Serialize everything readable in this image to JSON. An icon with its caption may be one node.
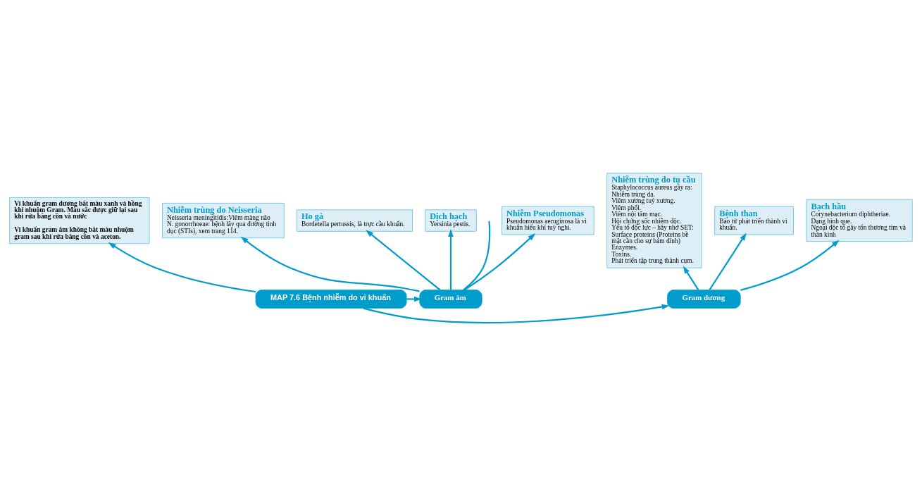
{
  "diagram": {
    "nodes": [
      {
        "text": [
          "Nhiễm trùng do tụ cầu",
          "Staphylococcus aureus gây ra:",
          "Nhiễm trùng da.",
          "Viêm xương tuỷ xương.",
          "Viêm phổi.",
          "Viêm nội tâm mạc.",
          "Hội chứng sốc nhiễm độc.",
          "Yếu tố độc lực – hãy nhớ SET:",
          "Surface proteins (Proteins bề mặt cần cho sự bám dính)",
          "Enzymes.",
          "Toxins.",
          "Phát triển tập trung thành cụm."
        ]
      },
      {
        "text": [
          "Bệnh than",
          "Bào tử phát triển thành vi khuẩn."
        ]
      },
      {
        "text": [
          "Bạch hầu",
          "Corynebacterium diphtheriae.",
          "Dạng hình que.",
          "Ngoại độc tố gây tổn thương tim và thần kinh"
        ]
      },
      {
        "text": [
          "Vi khuẩn gram dương bắt màu xanh và hồng khi nhuộm Gram. Màu sắc được giữ lại sau khi rửa bằng cồn và nước",
          "Vi khuẩn gram âm không bắt màu nhuộm gram sau khi rửa bằng cồn và aceton."
        ]
      },
      {
        "text": [
          "Nhiễm Pseudomonas",
          "Pseudomonas aeruginosa là vi khuẩn hiếu khí tuỳ nghi."
        ]
      },
      {
        "text": [
          "Nhiễm trùng do Neisseria",
          "Neisseria meningitidis:Viêm màng não",
          "N. gonorrhoeae: bệnh lây qua đường tình dục (STIs), xem trang 114."
        ]
      },
      {
        "text": [
          "Ho gà",
          "Bordetella pertussis, là trực cầu khuẩn."
        ]
      },
      {
        "text": [
          "Dịch hạch",
          "Yersinia pestis."
        ]
      },
      {
        "text": [
          "Gram dương"
        ]
      },
      {
        "text": [
          "MAP 7.6 Bệnh nhiễm do vi khuẩn"
        ]
      },
      {
        "text": [
          "Gram âm"
        ]
      }
    ],
    "edges": [
      {
        "from": 8,
        "to": 0,
        "arrow": "to"
      },
      {
        "from": 8,
        "to": 1,
        "arrow": "to"
      },
      {
        "from": 8,
        "to": 2,
        "arrow": "to"
      },
      {
        "from": 9,
        "to": 3,
        "arrow": "to"
      },
      {
        "from": 9,
        "to": 8,
        "arrow": "to"
      },
      {
        "from": 9,
        "to": 10,
        "arrow": "to"
      },
      {
        "from": 10,
        "to": 5,
        "arrow": "to"
      },
      {
        "from": 10,
        "to": 4,
        "arrow": "to"
      },
      {
        "from": 10,
        "to": 6,
        "arrow": "to"
      },
      {
        "from": 10,
        "to": 7,
        "arrow": "to"
      },
      {
        "from": 10,
        "to": null,
        "arrow": "none"
      }
    ]
  }
}
